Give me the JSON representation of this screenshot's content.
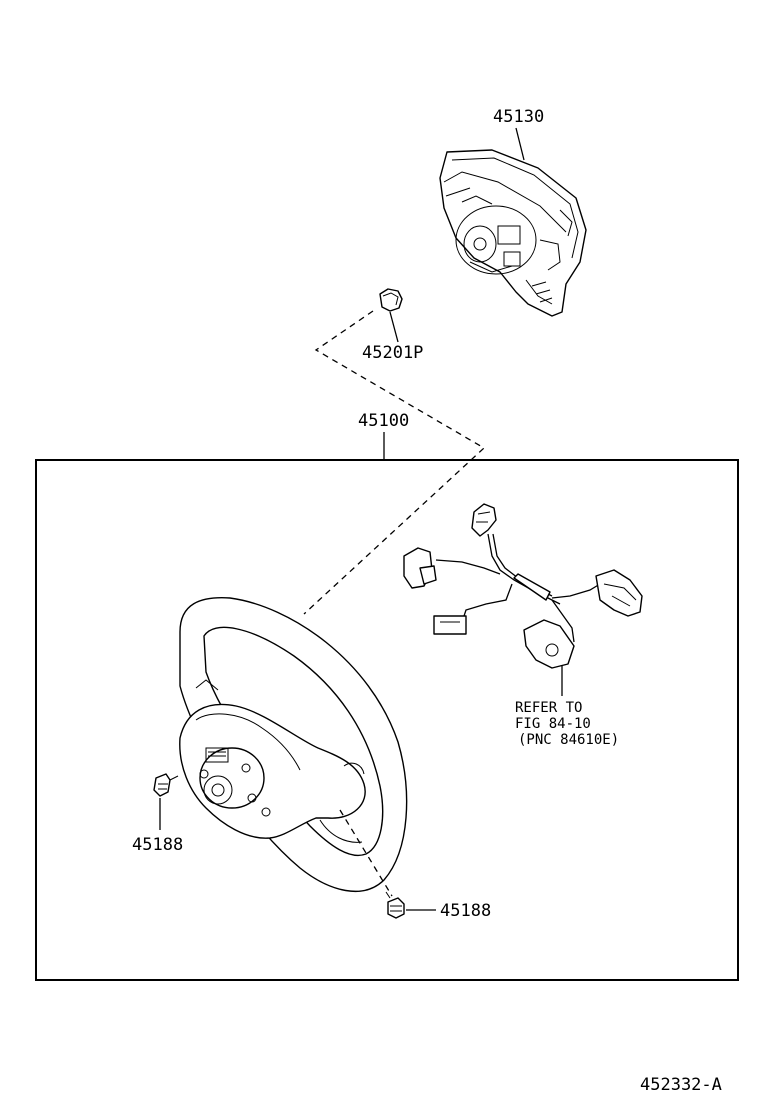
{
  "parts": {
    "airbag_pad": "45130",
    "airbag_nut": "45201P",
    "wheel_assembly": "45100",
    "screw_left": "45188",
    "screw_right": "45188"
  },
  "reference_note": {
    "line1": "REFER TO",
    "line2": "FIG 84-10",
    "line3": "(PNC 84610E)"
  },
  "illustration_code": "452332-A"
}
